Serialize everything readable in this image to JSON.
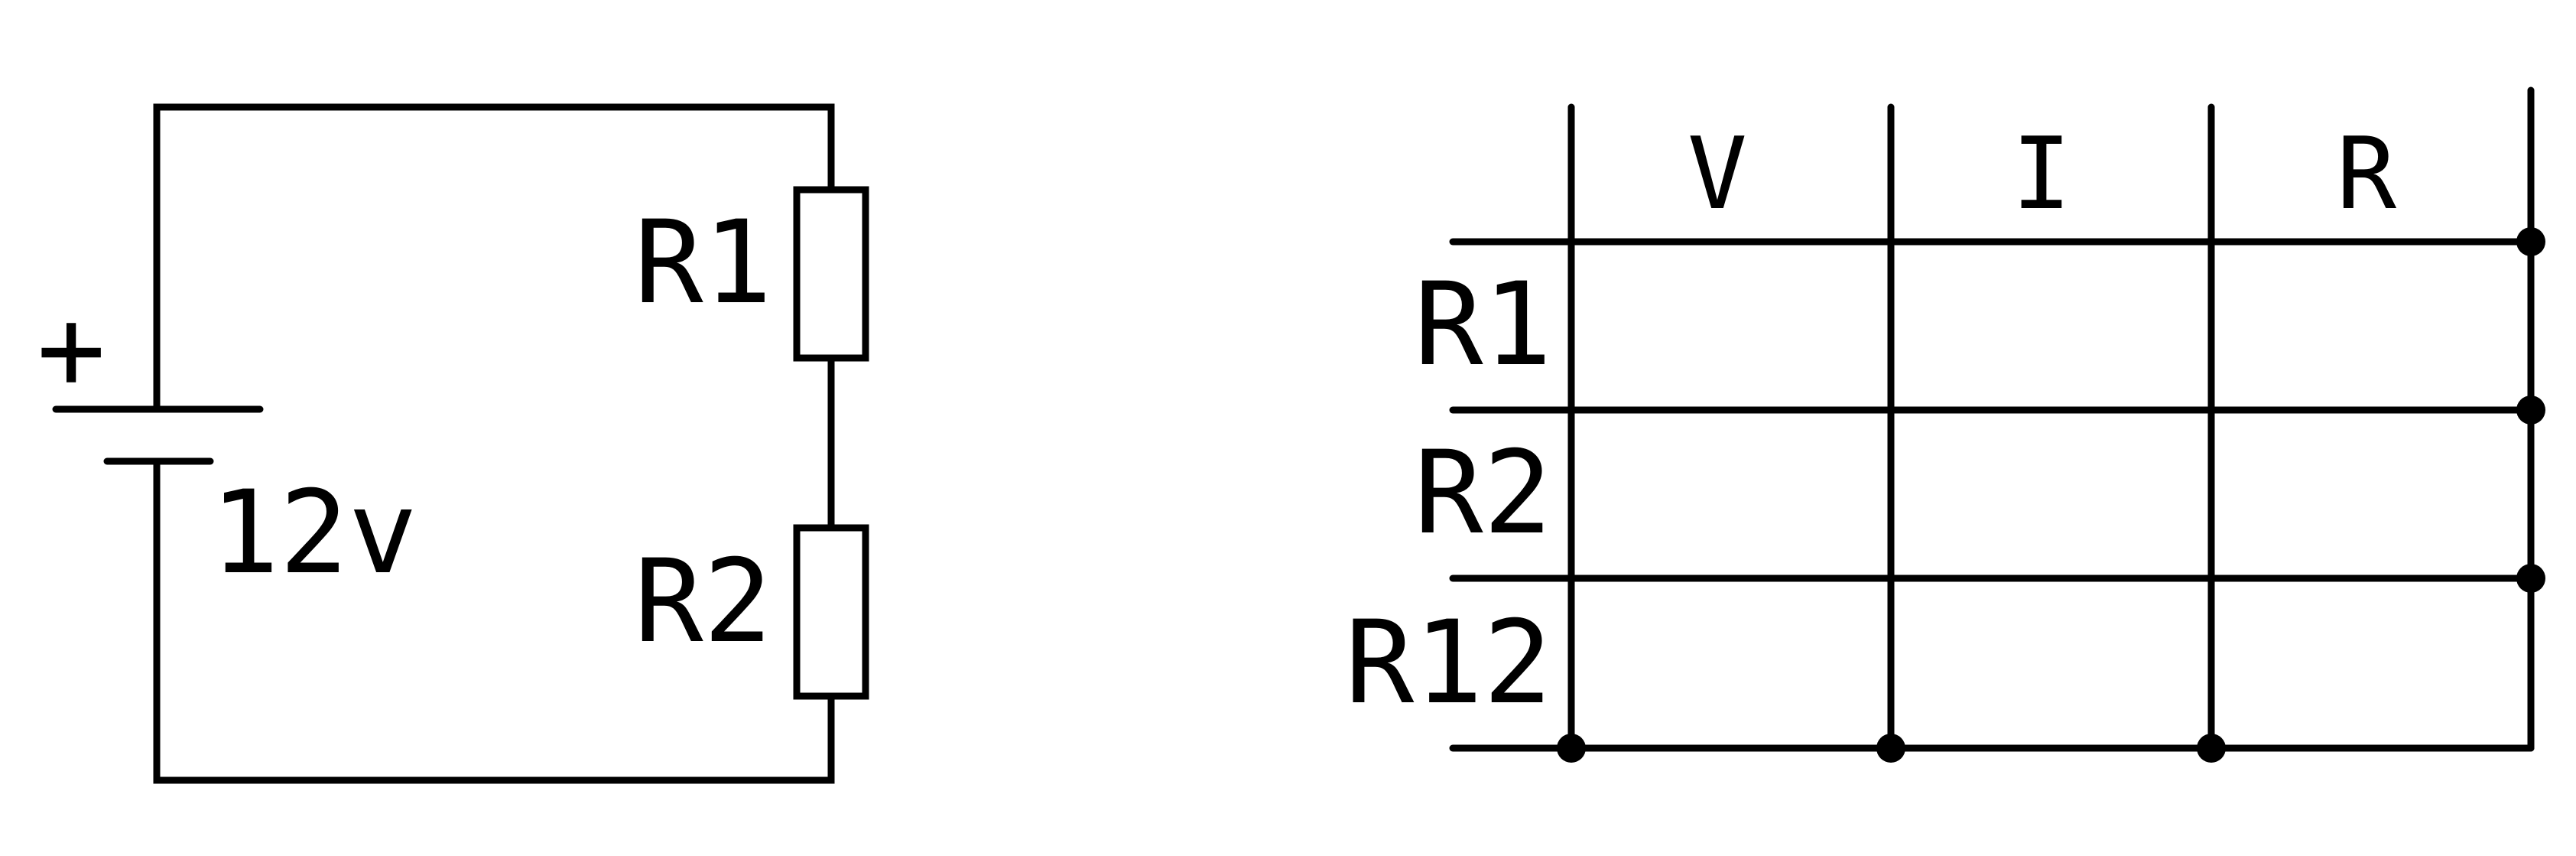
{
  "circuit": {
    "polarity_mark": "+",
    "battery_label": "12v",
    "resistor_1_label": "R1",
    "resistor_2_label": "R2"
  },
  "table": {
    "columns": [
      "V",
      "I",
      "R"
    ],
    "rows": [
      "R1",
      "R2",
      "R12"
    ]
  },
  "colors": {
    "line": "#000000",
    "background": "#ffffff"
  }
}
